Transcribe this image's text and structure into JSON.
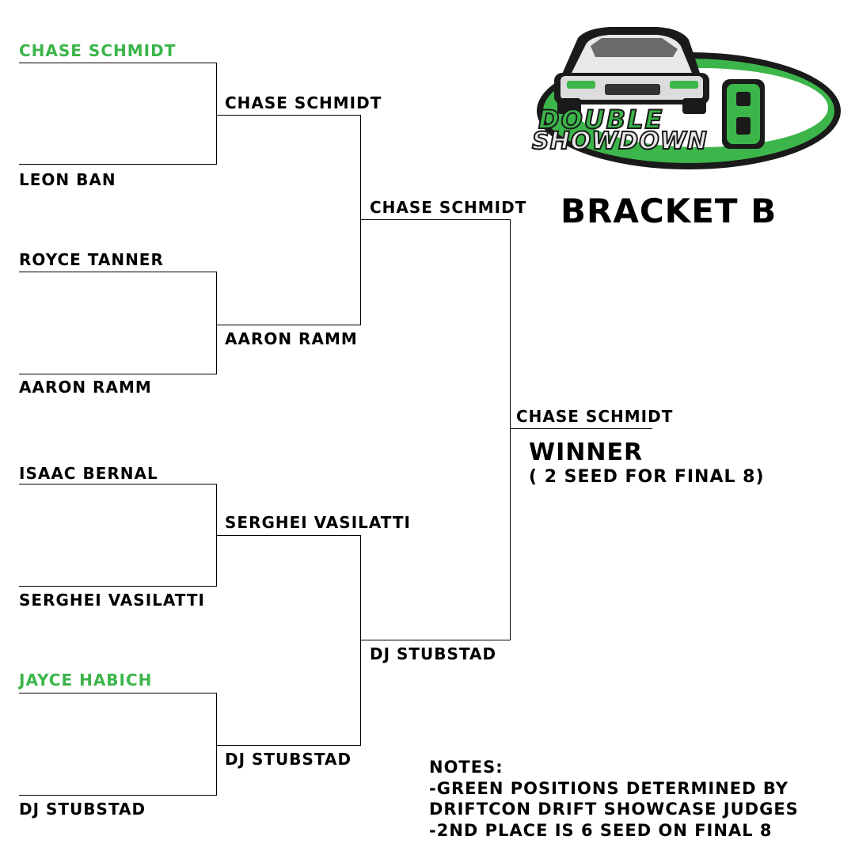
{
  "title": "BRACKET B",
  "logo": {
    "line1": "DOUBLE",
    "line2": "SHOWDOWN",
    "numeral": "8"
  },
  "round1": [
    {
      "name": "CHASE SCHMIDT",
      "highlight": true
    },
    {
      "name": "LEON BAN",
      "highlight": false
    },
    {
      "name": "ROYCE TANNER",
      "highlight": false
    },
    {
      "name": "AARON RAMM",
      "highlight": false
    },
    {
      "name": "ISAAC BERNAL",
      "highlight": false
    },
    {
      "name": "SERGHEI VASILATTI",
      "highlight": false
    },
    {
      "name": "JAYCE HABICH",
      "highlight": true
    },
    {
      "name": "DJ STUBSTAD",
      "highlight": false
    }
  ],
  "round2": [
    "CHASE SCHMIDT",
    "AARON RAMM",
    "SERGHEI VASILATTI",
    "DJ STUBSTAD"
  ],
  "round3": [
    "CHASE SCHMIDT",
    "DJ STUBSTAD"
  ],
  "final": {
    "name": "CHASE SCHMIDT",
    "label": "WINNER",
    "sublabel": "( 2 SEED FOR FINAL 8)"
  },
  "notes": {
    "heading": "NOTES:",
    "lines": [
      "-GREEN POSITIONS DETERMINED BY",
      "DRIFTCON DRIFT SHOWCASE JUDGES",
      "-2ND PLACE IS 6 SEED ON FINAL 8"
    ]
  },
  "colors": {
    "highlight": "#3cb54a",
    "text": "#000000",
    "logo_green": "#3cb54a",
    "logo_dark": "#1a1a1a"
  }
}
